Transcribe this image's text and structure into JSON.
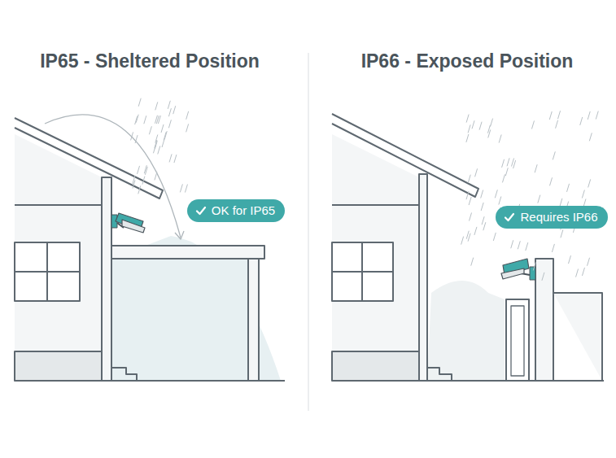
{
  "diagram": {
    "nodes": [
      {
        "text": [
          "OK for IP65"
        ]
      },
      {
        "text": [
          "Requires IP66"
        ]
      }
    ],
    "labels": [
      "IP65 - Sheltered Position",
      "IP66 - Exposed Position"
    ]
  }
}
